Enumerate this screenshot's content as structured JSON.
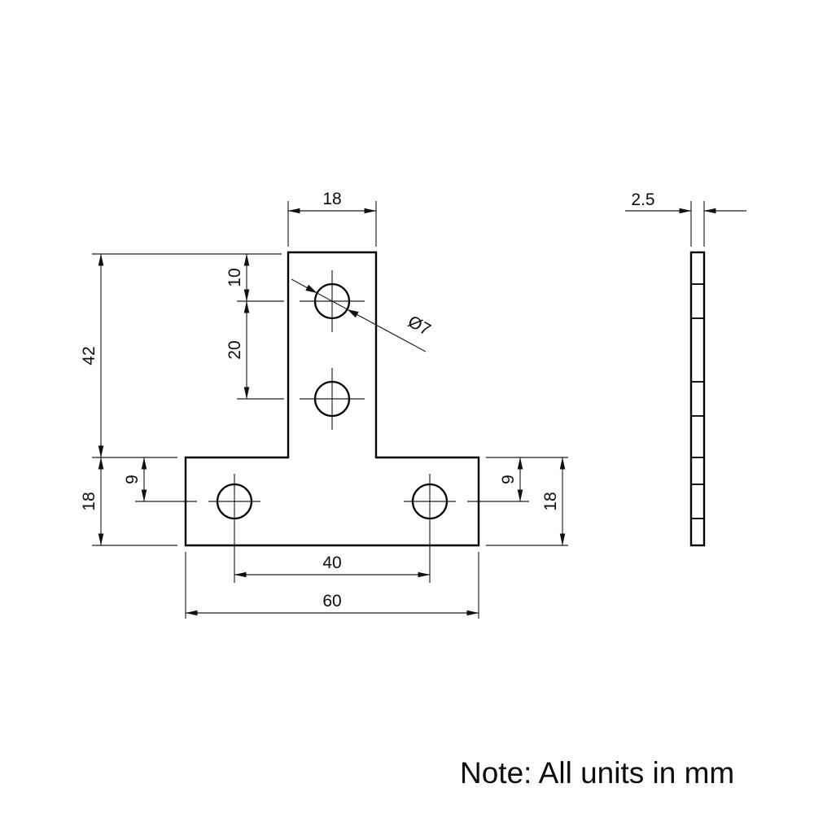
{
  "drawing": {
    "front_view": {
      "top_width": "18",
      "stem_height": "42",
      "hole1_from_top": "10",
      "hole_pitch_vertical": "20",
      "flange_height_left": "18",
      "hole_offset_left": "9",
      "hole_offset_right": "9",
      "flange_height_right": "18",
      "hole_pitch_horizontal": "40",
      "overall_width": "60",
      "hole_diameter": "Ø7"
    },
    "side_view": {
      "thickness": "2.5"
    },
    "note": "Note: All units in mm"
  }
}
